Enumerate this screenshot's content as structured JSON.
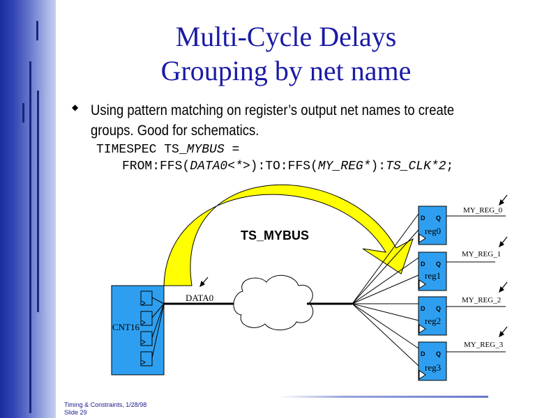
{
  "slide": {
    "title_line1": "Multi-Cycle Delays",
    "title_line2": "Grouping by net name",
    "bullet": "Using pattern matching on register’s output net names to create groups.  Good for schematics.",
    "footer_line1": "Timing & Constraints, 1/28/98",
    "footer_line2": "Slide 29"
  },
  "code": {
    "line1_plain1": "TIMESPEC TS_",
    "line1_italic1": "MYBUS",
    "line1_plain2": " =",
    "line2_plain1": "FROM:FFS(",
    "line2_italic1": "DATA0<*>",
    "line2_plain2": "):TO:FFS(",
    "line2_italic2": "MY_REG*",
    "line2_plain3": "):",
    "line2_italic3": "TS_CLK*2",
    "line2_plain4": ";"
  },
  "diagram": {
    "timespec_label": "TS_MYBUS",
    "counter_label": "CNT16",
    "data_net_label": "DATA0",
    "registers": [
      {
        "name": "reg0",
        "net": "MY_REG_0",
        "d": "D",
        "q": "Q"
      },
      {
        "name": "reg1",
        "net": "MY_REG_1",
        "d": "D",
        "q": "Q"
      },
      {
        "name": "reg2",
        "net": "MY_REG_2",
        "d": "D",
        "q": "Q"
      },
      {
        "name": "reg3",
        "net": "MY_REG_3",
        "d": "D",
        "q": "Q"
      }
    ],
    "colors": {
      "register_fill": "#2e9ff0",
      "arrow_fill": "#ffff00",
      "title_color": "#1a1aa6",
      "sidebar_dark": "#1a2d9c"
    }
  }
}
